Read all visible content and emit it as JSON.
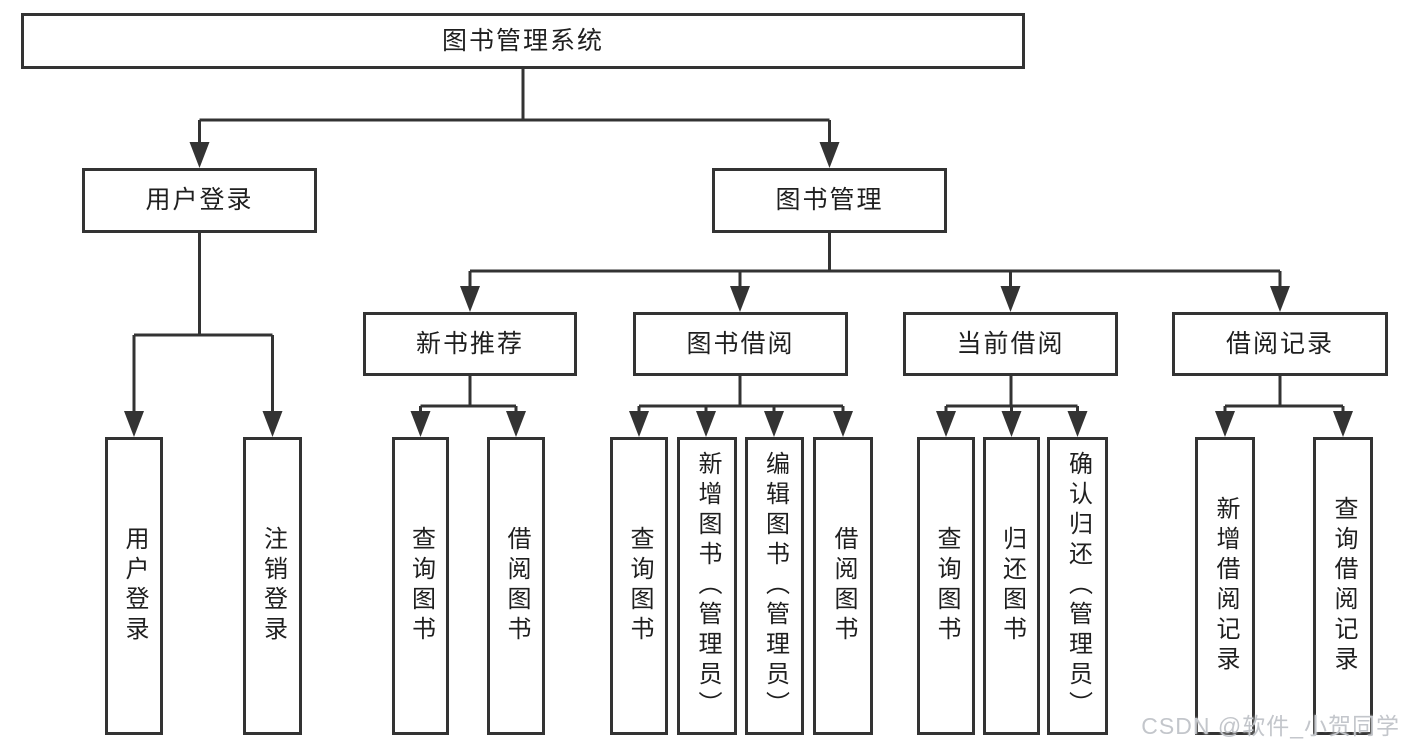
{
  "diagram": {
    "root": {
      "label": "图书管理系统"
    },
    "branches": [
      {
        "label": "用户登录",
        "children": [
          {
            "label": "用户登录"
          },
          {
            "label": "注销登录"
          }
        ]
      },
      {
        "label": "图书管理",
        "children": [
          {
            "label": "新书推荐",
            "children": [
              {
                "label": "查询图书"
              },
              {
                "label": "借阅图书"
              }
            ]
          },
          {
            "label": "图书借阅",
            "children": [
              {
                "label": "查询图书"
              },
              {
                "label": "新增图书（管理员）"
              },
              {
                "label": "编辑图书（管理员）"
              },
              {
                "label": "借阅图书"
              }
            ]
          },
          {
            "label": "当前借阅",
            "children": [
              {
                "label": "查询图书"
              },
              {
                "label": "归还图书"
              },
              {
                "label": "确认归还（管理员）"
              }
            ]
          },
          {
            "label": "借阅记录",
            "children": [
              {
                "label": "新增借阅记录"
              },
              {
                "label": "查询借阅记录"
              }
            ]
          }
        ]
      }
    ]
  },
  "watermark": {
    "text": "CSDN @软件_小贺同学",
    "color": "#c3c6cb"
  },
  "colors": {
    "line": "#333333",
    "box_border": "#333333",
    "box_fill": "#ffffff",
    "text": "#1f1f1f",
    "background": "#ffffff"
  }
}
